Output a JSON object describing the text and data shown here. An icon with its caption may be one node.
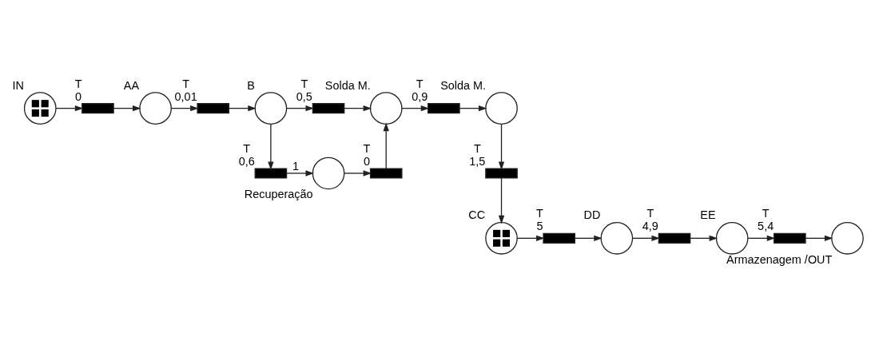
{
  "diagram": {
    "nodes": [
      {
        "text": [],
        "shape": "circle",
        "beside": [
          "CC"
        ]
      },
      {
        "text": [],
        "shape": "bar",
        "beside": [
          "T",
          "5"
        ]
      },
      {
        "text": [],
        "shape": "circle",
        "beside": [
          "DD"
        ]
      },
      {
        "text": [],
        "shape": "bar",
        "beside": [
          "T",
          "4,9"
        ]
      },
      {
        "text": [],
        "shape": "circle",
        "beside": [
          "EE"
        ]
      },
      {
        "text": [],
        "shape": "bar",
        "beside": [
          "T",
          "5,4"
        ]
      },
      {
        "text": [],
        "shape": "circle",
        "beside": [
          "Armazenagem /OUT"
        ]
      },
      {
        "text": [],
        "shape": "bar",
        "beside": [
          "T",
          "1,5"
        ]
      },
      {
        "text": [],
        "shape": "circle",
        "beside": [
          "Solda M."
        ]
      },
      {
        "text": [],
        "shape": "bar",
        "beside": [
          "T",
          "0,9"
        ]
      },
      {
        "text": [],
        "shape": "circle",
        "beside": [
          "Solda M."
        ]
      },
      {
        "text": [],
        "shape": "bar",
        "beside": [
          "T",
          "0,5"
        ]
      },
      {
        "text": [],
        "shape": "circle",
        "beside": [
          "B"
        ]
      },
      {
        "text": [],
        "shape": "bar",
        "beside": [
          "T",
          "0,01"
        ]
      },
      {
        "text": [],
        "shape": "circle",
        "beside": [
          "AA"
        ]
      },
      {
        "text": [],
        "shape": "bar",
        "beside": [
          "T",
          "0"
        ]
      },
      {
        "text": [],
        "shape": "circle",
        "beside": [
          "IN"
        ]
      },
      {
        "text": [],
        "shape": "bar",
        "beside": [
          "T",
          "0"
        ]
      },
      {
        "text": [],
        "shape": "bar",
        "beside": [
          "T",
          "0,6"
        ]
      },
      {
        "text": [],
        "shape": "circle",
        "beside": [
          "Recuperação"
        ]
      }
    ],
    "edges": [
      {
        "from": 16,
        "to": 15,
        "arrow": "to"
      },
      {
        "from": 15,
        "to": 14,
        "arrow": "to"
      },
      {
        "from": 14,
        "to": 13,
        "arrow": "to"
      },
      {
        "from": 13,
        "to": 12,
        "arrow": "to"
      },
      {
        "from": 12,
        "to": 11,
        "arrow": "to"
      },
      {
        "from": 11,
        "to": 10,
        "arrow": "to"
      },
      {
        "from": 10,
        "to": 9,
        "arrow": "to"
      },
      {
        "from": 9,
        "to": 8,
        "arrow": "to"
      },
      {
        "from": 8,
        "to": 7,
        "arrow": "to"
      },
      {
        "from": 7,
        "to": 0,
        "arrow": "to"
      },
      {
        "from": 0,
        "to": 1,
        "arrow": "to"
      },
      {
        "from": 1,
        "to": 2,
        "arrow": "to"
      },
      {
        "from": 2,
        "to": 3,
        "arrow": "to"
      },
      {
        "from": 3,
        "to": 4,
        "arrow": "to"
      },
      {
        "from": 4,
        "to": 5,
        "arrow": "to"
      },
      {
        "from": 5,
        "to": 6,
        "arrow": "to"
      },
      {
        "from": 12,
        "to": 18,
        "arrow": "to"
      },
      {
        "from": 18,
        "to": 19,
        "arrow": "to",
        "label": "1"
      },
      {
        "from": 19,
        "to": 17,
        "arrow": "to"
      },
      {
        "from": 17,
        "to": 10,
        "arrow": "to"
      }
    ]
  }
}
